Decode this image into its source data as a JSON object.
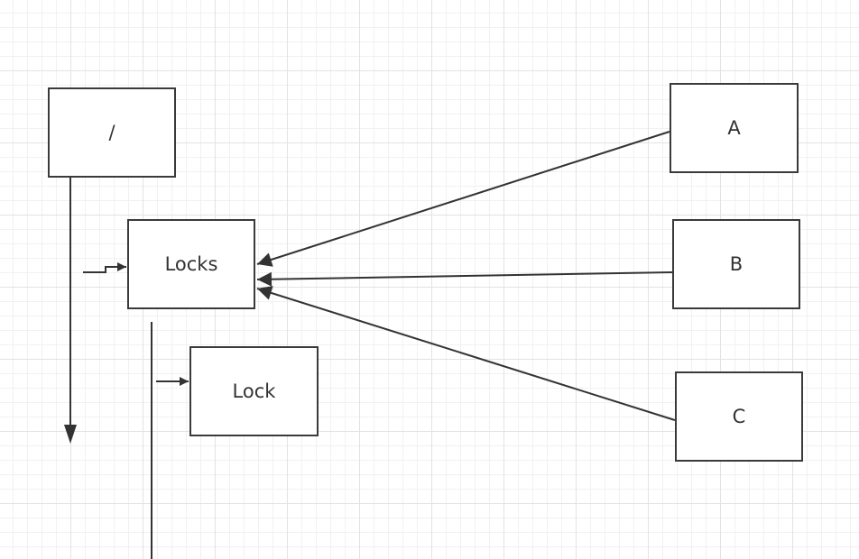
{
  "diagram": {
    "nodes": [
      {
        "id": "root",
        "label": "/"
      },
      {
        "id": "locks",
        "label": "Locks"
      },
      {
        "id": "lock",
        "label": "Lock"
      },
      {
        "id": "a",
        "label": "A"
      },
      {
        "id": "b",
        "label": "B"
      },
      {
        "id": "c",
        "label": "C"
      }
    ],
    "edges": [
      {
        "from": "a",
        "to": "locks"
      },
      {
        "from": "b",
        "to": "locks"
      },
      {
        "from": "c",
        "to": "locks"
      },
      {
        "from": "root",
        "to": "locks"
      },
      {
        "from": "locks",
        "to": "lock"
      }
    ],
    "colors": {
      "stroke": "#333333",
      "grid": "#e3e3e3",
      "background": "#ffffff"
    }
  }
}
